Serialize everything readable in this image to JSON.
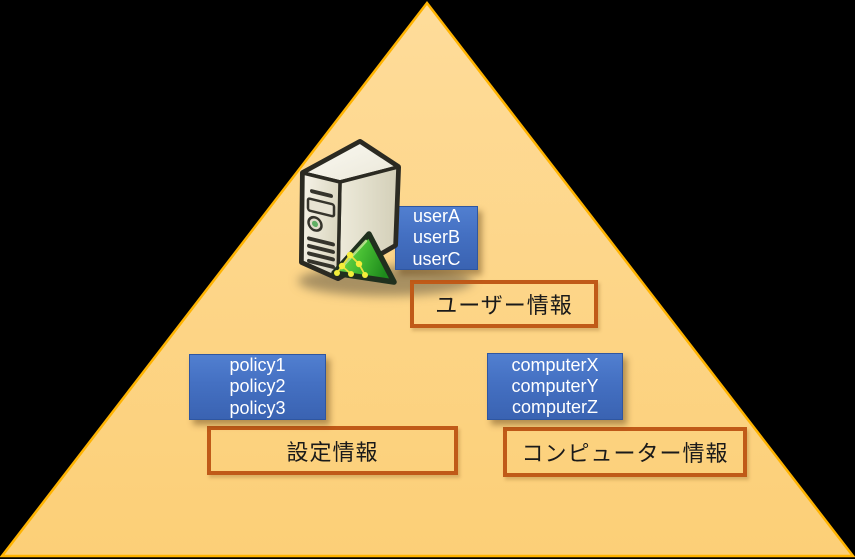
{
  "pyramid": {
    "fill_top_color": "#FEDC9A",
    "fill_bottom_color": "#FCCF77",
    "border_color": "#FFB300",
    "background_color": "#000000"
  },
  "groups": {
    "users": {
      "items": [
        "userA",
        "userB",
        "userC"
      ],
      "label": "ユーザー情報"
    },
    "policies": {
      "items": [
        "policy1",
        "policy2",
        "policy3"
      ],
      "label": "設定情報"
    },
    "computers": {
      "items": [
        "computerX",
        "computerY",
        "computerZ"
      ],
      "label": "コンピューター情報"
    }
  },
  "icons": {
    "server": "server-tower-with-network-badge-icon"
  },
  "colors": {
    "item_box_fill": "#4472C4",
    "item_box_text": "#FFFFFF",
    "label_border": "#C05A18",
    "label_text": "#1A1A1A"
  }
}
